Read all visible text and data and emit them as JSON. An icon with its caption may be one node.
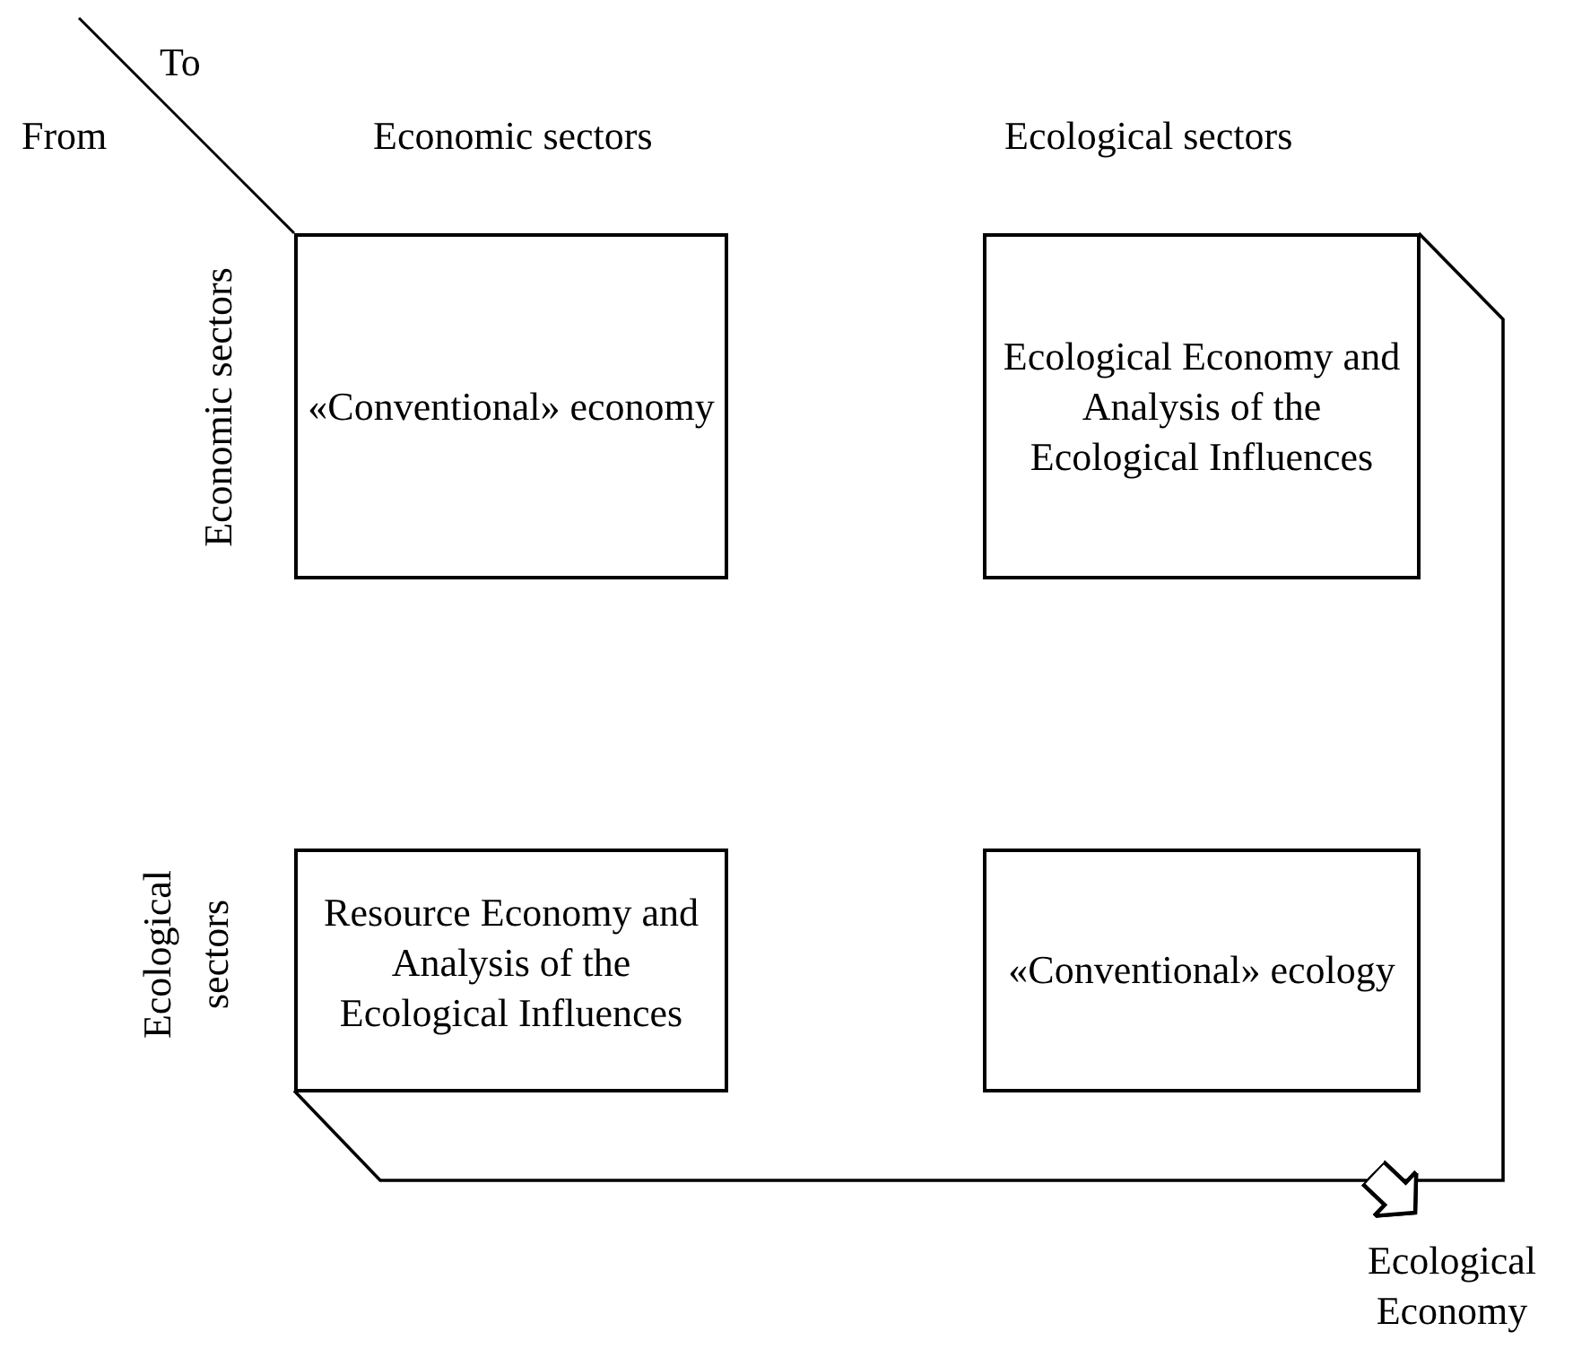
{
  "diagram": {
    "nodes": [
      {
        "text": [
          "«Conventional» economy"
        ]
      },
      {
        "text": [
          "Ecological Economy and Analysis of the Ecological Influences"
        ]
      },
      {
        "text": [
          "Resource Economy and Analysis of the Ecological Influences"
        ]
      },
      {
        "text": [
          "«Conventional» ecology"
        ]
      },
      {
        "text": [
          "Ecological Economy"
        ]
      }
    ],
    "edges": [
      {
        "from": 1,
        "to": 4,
        "arrow": "to"
      },
      {
        "from": 2,
        "to": 4,
        "arrow": "to"
      }
    ],
    "labels": [
      "To",
      "From",
      "Economic sectors",
      "Ecological sectors",
      "Economic sectors",
      "Ecological sectors"
    ]
  }
}
